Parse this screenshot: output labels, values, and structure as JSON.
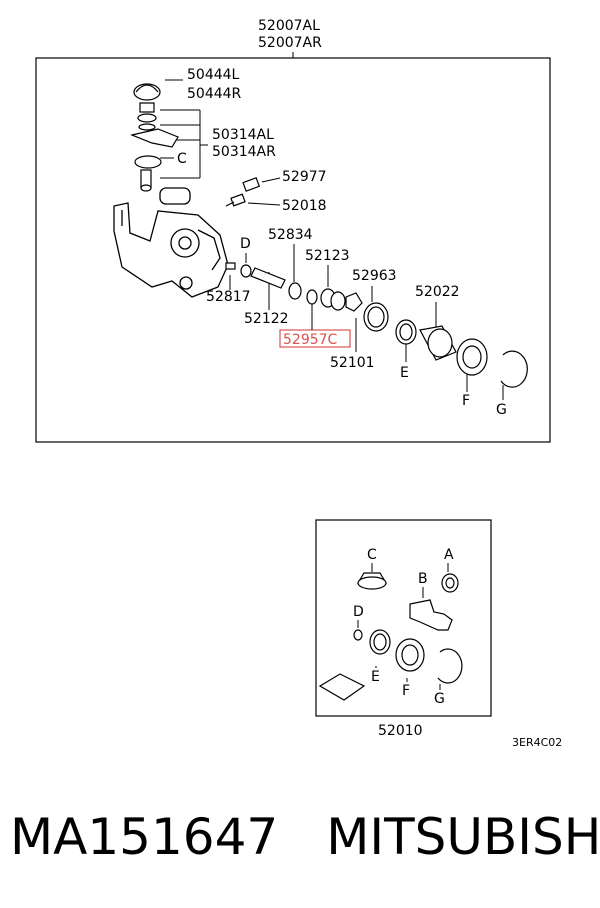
{
  "assembly": {
    "label_l": "52007AL",
    "label_r": "52007AR"
  },
  "parts": {
    "p50444l": "50444L",
    "p50444r": "50444R",
    "p50314al": "50314AL",
    "p50314ar": "50314AR",
    "c1": "C",
    "p52977": "52977",
    "p52018": "52018",
    "p52834": "52834",
    "d1": "D",
    "p52123": "52123",
    "p52963": "52963",
    "p52022": "52022",
    "p52817": "52817",
    "p52122": "52122",
    "p52957c": "52957C",
    "p52101": "52101",
    "e1": "E",
    "f1": "F",
    "g1": "G"
  },
  "kit": {
    "c": "C",
    "a": "A",
    "b": "B",
    "d": "D",
    "e": "E",
    "f": "F",
    "g": "G",
    "number": "52010"
  },
  "diagram_code": "3ER4C02",
  "footer": {
    "part_number": "MA151647",
    "brand": "MITSUBISHI"
  },
  "colors": {
    "highlight": "#d9534f",
    "line": "#000000"
  }
}
